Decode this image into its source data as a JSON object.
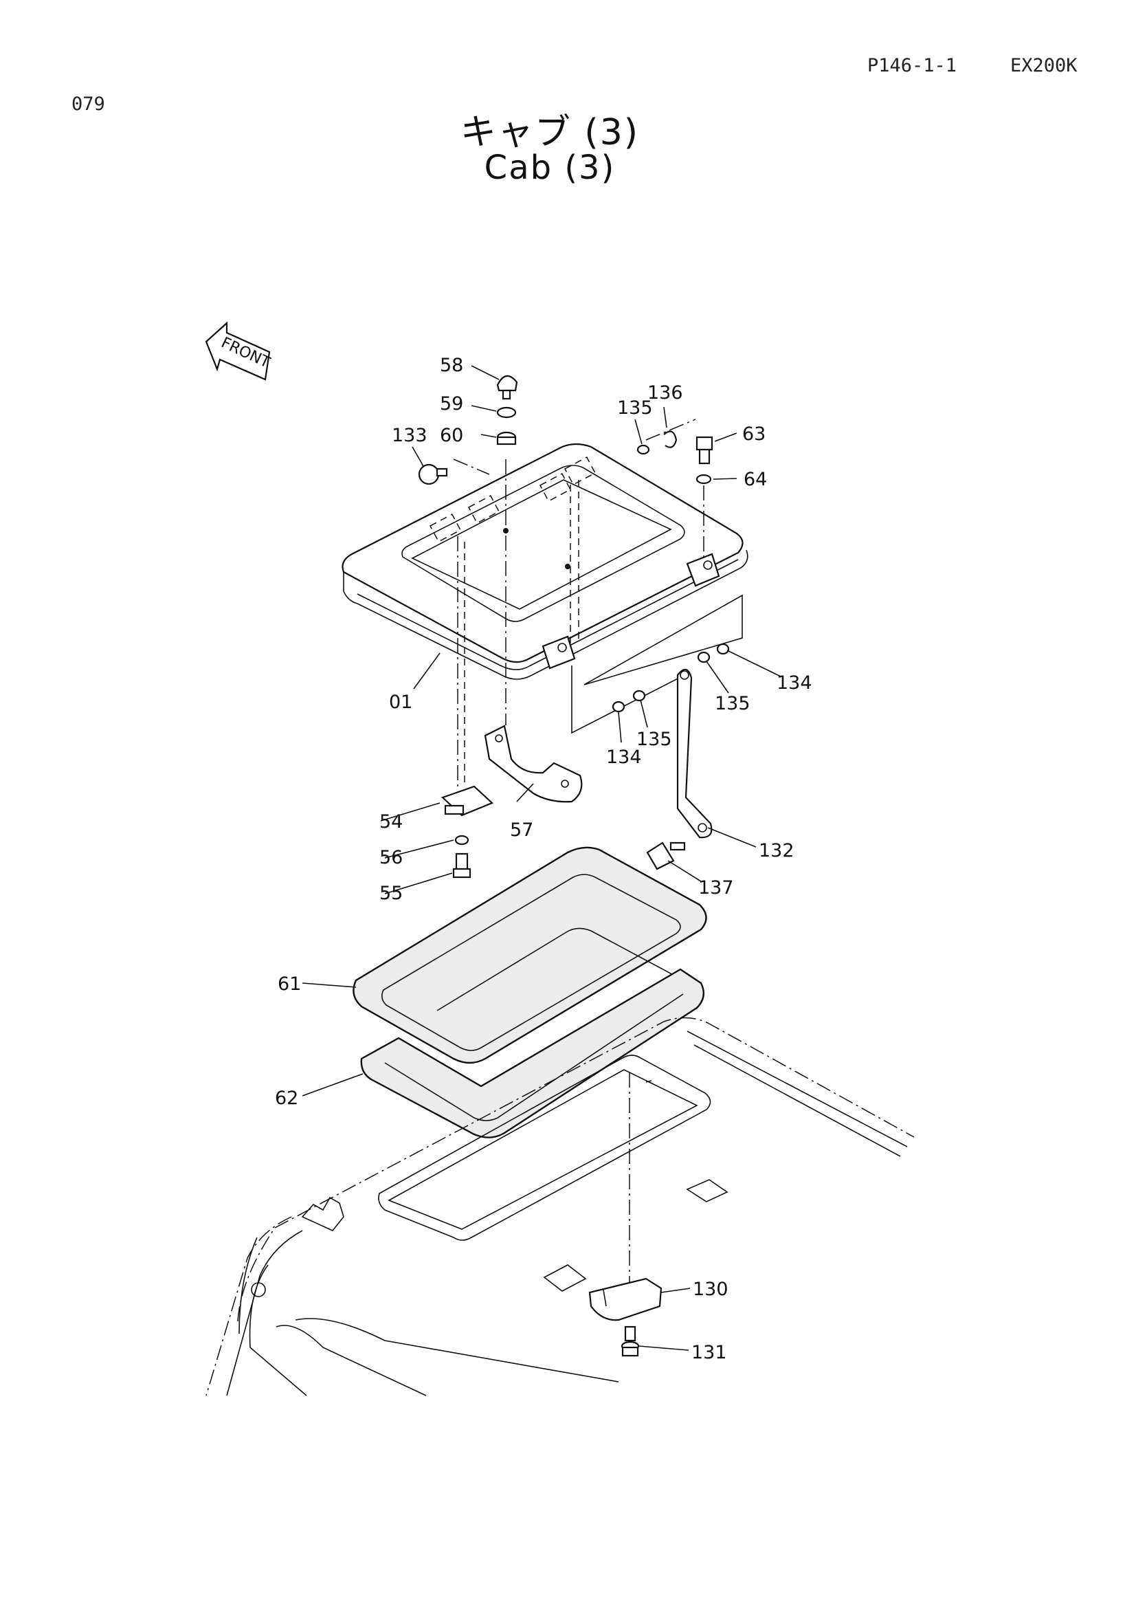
{
  "header": {
    "page_code": "P146-1-1",
    "model": "EX200K",
    "sheet_number": "079"
  },
  "title": {
    "japanese": "キャブ (3)",
    "english": "Cab (3)"
  },
  "orientation_tag": "FRONT",
  "callouts": {
    "c58": "58",
    "c59": "59",
    "c60": "60",
    "c133": "133",
    "c135a": "135",
    "c136": "136",
    "c63": "63",
    "c64": "64",
    "c01": "01",
    "c134a": "134",
    "c135b": "135",
    "c135c": "135",
    "c134b": "134",
    "c54": "54",
    "c57": "57",
    "c56": "56",
    "c55": "55",
    "c132": "132",
    "c137": "137",
    "c61": "61",
    "c62": "62",
    "c130": "130",
    "c131": "131"
  }
}
